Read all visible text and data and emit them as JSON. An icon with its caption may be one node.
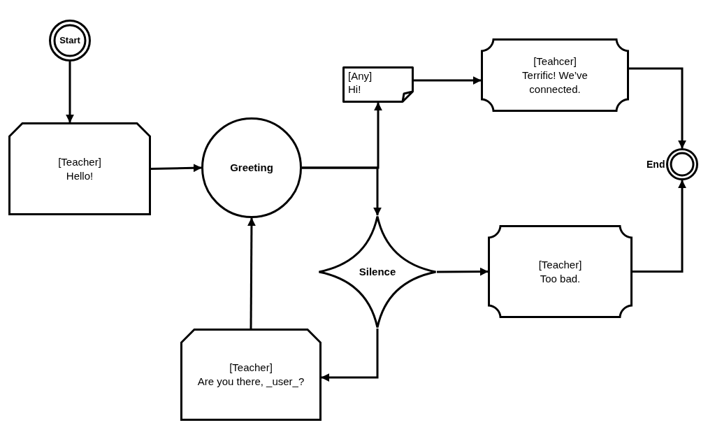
{
  "diagram": {
    "nodes": [
      {
        "text": [
          "Start"
        ]
      },
      {
        "text": [
          "[Teacher]",
          "Hello!"
        ]
      },
      {
        "text": [
          "Greeting"
        ]
      },
      {
        "text": [
          "[Any]",
          "Hi!"
        ]
      },
      {
        "text": [
          "[Teahcer]",
          "Terrific! We’ve connected."
        ]
      },
      {
        "text": [
          "End"
        ]
      },
      {
        "text": [
          "Silence"
        ]
      },
      {
        "text": [
          "[Teacher]",
          "Too bad."
        ]
      },
      {
        "text": [
          "[Teacher]",
          "Are you there, _user_?"
        ]
      }
    ],
    "edges": [
      {
        "from": 0,
        "to": 1,
        "arrow": "to"
      },
      {
        "from": 1,
        "to": 2,
        "arrow": "to"
      },
      {
        "from": 2,
        "to": 3,
        "arrow": "to"
      },
      {
        "from": 3,
        "to": 4,
        "arrow": "to"
      },
      {
        "from": 4,
        "to": 5,
        "arrow": "to"
      },
      {
        "from": 2,
        "to": 6,
        "arrow": "to"
      },
      {
        "from": 6,
        "to": 7,
        "arrow": "to"
      },
      {
        "from": 7,
        "to": 5,
        "arrow": "to"
      },
      {
        "from": 6,
        "to": 8,
        "arrow": "to"
      },
      {
        "from": 8,
        "to": 2,
        "arrow": "to"
      }
    ]
  }
}
